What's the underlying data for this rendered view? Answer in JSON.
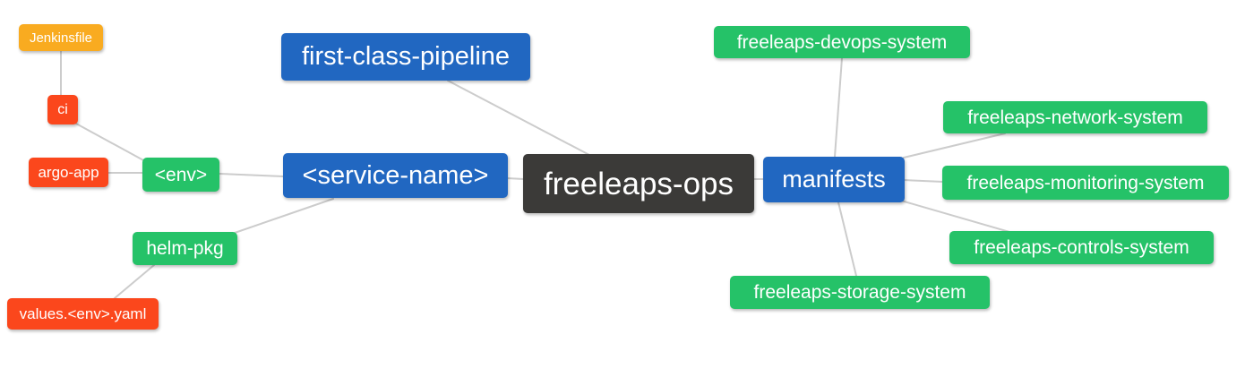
{
  "diagram": {
    "type": "mindmap",
    "root": "freeleaps-ops"
  },
  "palette": {
    "blue": "#2167c1",
    "green": "#25c268",
    "red": "#fb471c",
    "orange": "#f9ab20",
    "dark": "#3b3a38",
    "edge": "#cccccc",
    "text": "#ffffff",
    "background": "#ffffff"
  },
  "nodes": {
    "jenkinsfile": {
      "label": "Jenkinsfile",
      "color": "orange"
    },
    "ci": {
      "label": "ci",
      "color": "red"
    },
    "argo_app": {
      "label": "argo-app",
      "color": "red"
    },
    "env": {
      "label": "<env>",
      "color": "green"
    },
    "helm_pkg": {
      "label": "helm-pkg",
      "color": "green"
    },
    "values_env_yaml": {
      "label": "values.<env>.yaml",
      "color": "red"
    },
    "first_class_pipeline": {
      "label": "first-class-pipeline",
      "color": "blue"
    },
    "service_name": {
      "label": "<service-name>",
      "color": "blue"
    },
    "freeleaps_ops": {
      "label": "freeleaps-ops",
      "color": "dark"
    },
    "manifests": {
      "label": "manifests",
      "color": "blue"
    },
    "devops_system": {
      "label": "freeleaps-devops-system",
      "color": "green"
    },
    "network_system": {
      "label": "freeleaps-network-system",
      "color": "green"
    },
    "monitoring_system": {
      "label": "freeleaps-monitoring-system",
      "color": "green"
    },
    "controls_system": {
      "label": "freeleaps-controls-system",
      "color": "green"
    },
    "storage_system": {
      "label": "freeleaps-storage-system",
      "color": "green"
    }
  },
  "edges": [
    [
      "jenkinsfile",
      "ci"
    ],
    [
      "ci",
      "env"
    ],
    [
      "argo_app",
      "env"
    ],
    [
      "env",
      "service_name"
    ],
    [
      "helm_pkg",
      "service_name"
    ],
    [
      "values_env_yaml",
      "helm_pkg"
    ],
    [
      "first_class_pipeline",
      "freeleaps_ops"
    ],
    [
      "service_name",
      "freeleaps_ops"
    ],
    [
      "freeleaps_ops",
      "manifests"
    ],
    [
      "manifests",
      "devops_system"
    ],
    [
      "manifests",
      "network_system"
    ],
    [
      "manifests",
      "monitoring_system"
    ],
    [
      "manifests",
      "controls_system"
    ],
    [
      "manifests",
      "storage_system"
    ]
  ]
}
